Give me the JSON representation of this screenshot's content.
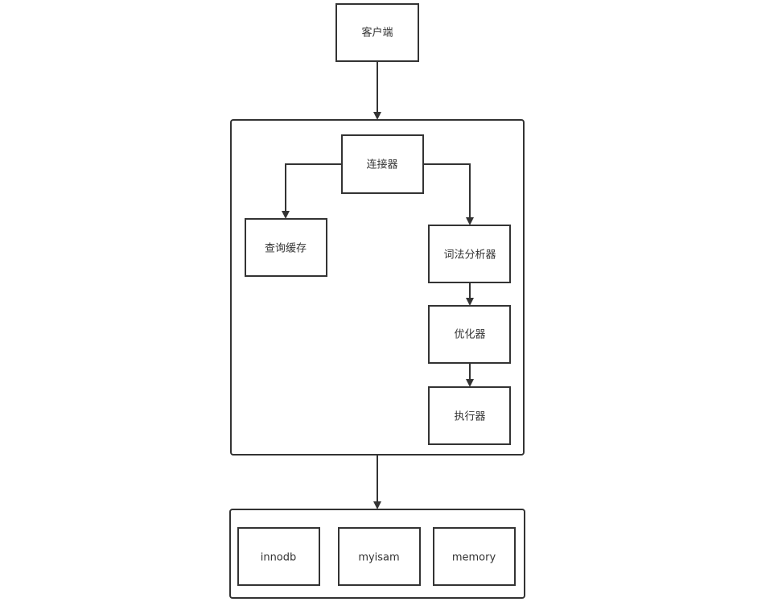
{
  "diagram": {
    "colors": {
      "stroke": "#333333",
      "text": "#333333",
      "background": "#ffffff"
    },
    "nodes": {
      "client": "客户端",
      "connector": "连接器",
      "query_cache": "查询缓存",
      "lexer": "词法分析器",
      "optimizer": "优化器",
      "executor": "执行器",
      "innodb": "innodb",
      "myisam": "myisam",
      "memory": "memory"
    },
    "edges": [
      {
        "from": "client",
        "to": "server-layer"
      },
      {
        "from": "connector",
        "to": "query_cache"
      },
      {
        "from": "connector",
        "to": "lexer"
      },
      {
        "from": "lexer",
        "to": "optimizer"
      },
      {
        "from": "optimizer",
        "to": "executor"
      },
      {
        "from": "server-layer",
        "to": "storage-layer"
      }
    ]
  }
}
